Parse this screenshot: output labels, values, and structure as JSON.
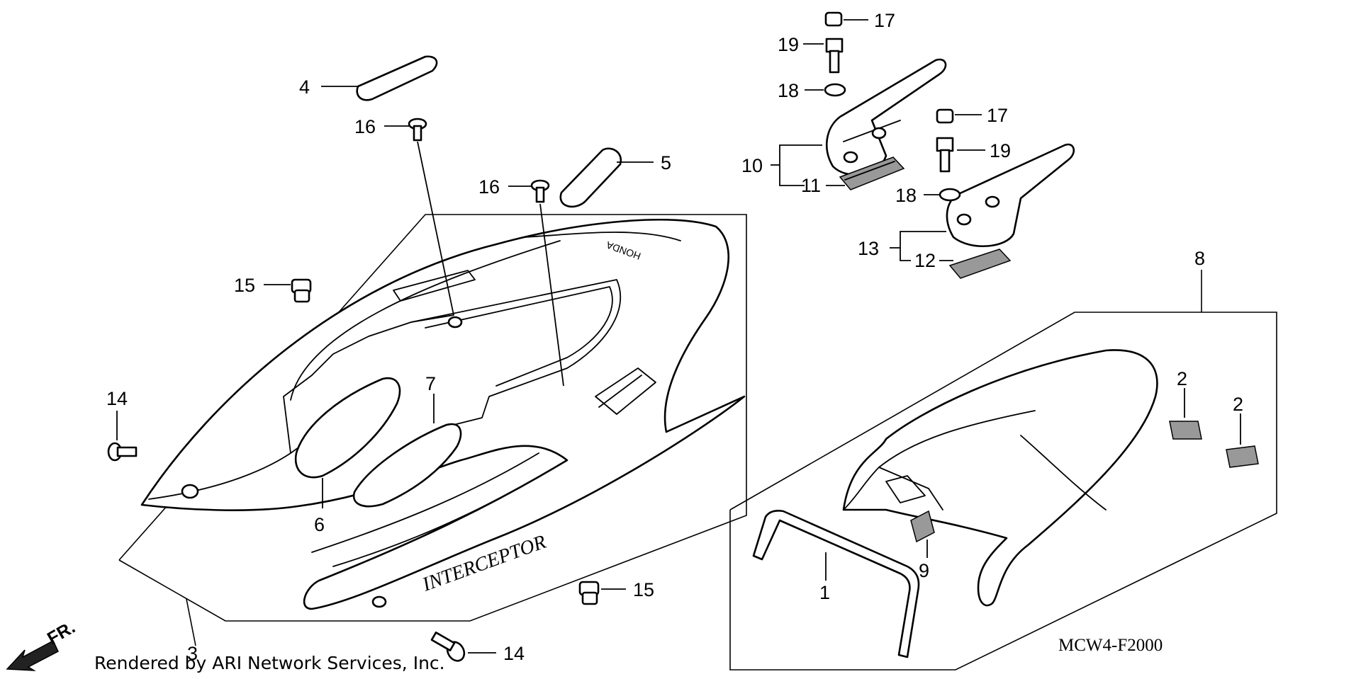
{
  "diagram": {
    "footer_credit": "Rendered by ARI Network Services, Inc.",
    "diagram_code": "MCW4-F2000",
    "front_indicator": "FR.",
    "cowl_brand": "HONDA",
    "cowl_model_decal": "INTERCEPTOR",
    "callouts": {
      "c1": "1",
      "c2a": "2",
      "c2b": "2",
      "c3": "3",
      "c4": "4",
      "c5": "5",
      "c6": "6",
      "c7": "7",
      "c8": "8",
      "c9": "9",
      "c10": "10",
      "c11": "11",
      "c12": "12",
      "c13": "13",
      "c14a": "14",
      "c14b": "14",
      "c15a": "15",
      "c15b": "15",
      "c16a": "16",
      "c16b": "16",
      "c17a": "17",
      "c17b": "17",
      "c18a": "18",
      "c18b": "18",
      "c19a": "19",
      "c19b": "19"
    }
  }
}
